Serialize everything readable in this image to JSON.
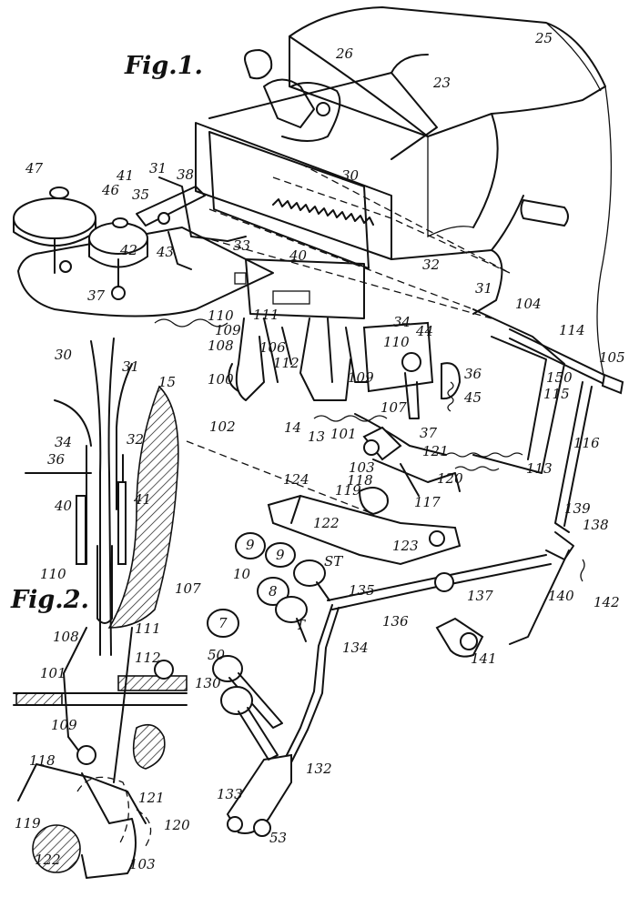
{
  "figures": {
    "fig1": "Fig.1.",
    "fig2": "Fig.2."
  },
  "labels": {
    "l25": "25",
    "l26": "26",
    "l23": "23",
    "l47": "47",
    "l41a": "41",
    "l31a": "31",
    "l38": "38",
    "l46": "46",
    "l35": "35",
    "l30a": "30",
    "l42": "42",
    "l43": "43",
    "l33": "33",
    "l40a": "40",
    "l32a": "32",
    "l37a": "37",
    "l31b": "31",
    "l104": "104",
    "l114": "114",
    "l105": "105",
    "l110a": "110",
    "l111a": "111",
    "l109a": "109",
    "l106": "106",
    "l108a": "108",
    "l112a": "112",
    "l34a": "34",
    "l44": "44",
    "l36a": "36",
    "l100": "100",
    "l110b": "110",
    "l109b": "109",
    "l45": "45",
    "l150": "150",
    "l115": "115",
    "l102": "102",
    "l14": "14",
    "l13": "13",
    "l107a": "107",
    "l101a": "101",
    "l37b": "37",
    "l116": "116",
    "l121a": "121",
    "l103a": "103",
    "l118a": "118",
    "l120a": "120",
    "l113": "113",
    "l124": "124",
    "l119a": "119",
    "l117": "117",
    "l122a": "122",
    "l139": "139",
    "l138": "138",
    "l123": "123",
    "l30b": "30",
    "l31c": "31",
    "l34b": "34",
    "l32b": "32",
    "l36b": "36",
    "l15": "15",
    "l40b": "40",
    "l41b": "41",
    "l110c": "110",
    "l107b": "107",
    "l111b": "111",
    "l108b": "108",
    "l101b": "101",
    "l112b": "112",
    "l109c": "109",
    "l118b": "118",
    "l121b": "121",
    "l120b": "120",
    "l119b": "119",
    "l122b": "122",
    "l103b": "103",
    "l9a": "9",
    "l9b": "9",
    "l10": "10",
    "lST": "ST",
    "l8": "8",
    "l7": "7",
    "lT": "T",
    "l135": "135",
    "l137": "137",
    "l140": "140",
    "l142": "142",
    "l136": "136",
    "l141": "141",
    "l50": "50",
    "l134": "134",
    "l130": "130",
    "l132": "132",
    "l133": "133",
    "l53": "53"
  }
}
